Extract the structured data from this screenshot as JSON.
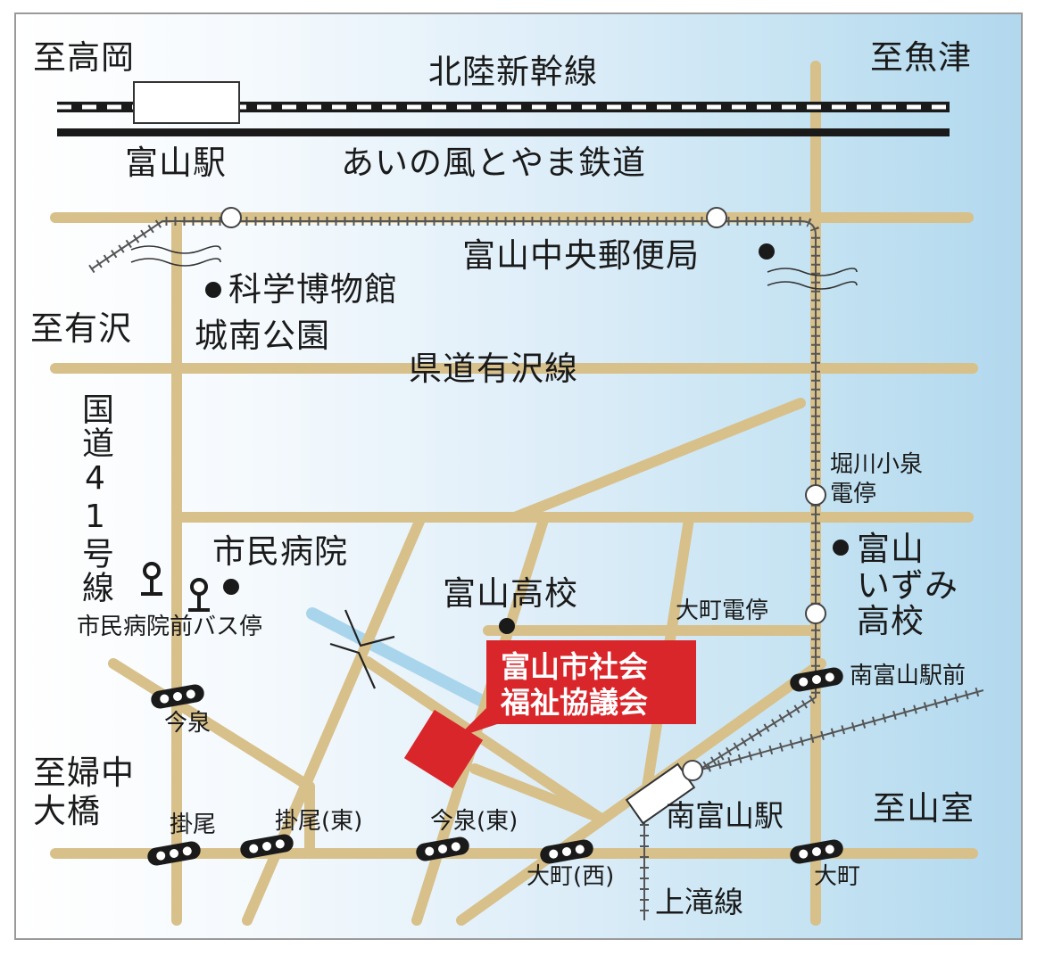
{
  "map": {
    "railways": {
      "shinkansen": "北陸新幹線",
      "ainokaze": "あいの風とやま鉄道",
      "kamidaki": "上滝線"
    },
    "directions": {
      "takaoka": "至高岡",
      "uozu": "至魚津",
      "arisawa": "至有沢",
      "fuchu": "至婦中\n大橋",
      "yamamuro": "至山室"
    },
    "roads": {
      "prefectural": "県道有沢線",
      "national": "国道41号線"
    },
    "stations": {
      "toyama": "富山駅",
      "minami_toyama": "南富山駅"
    },
    "tram_stops": {
      "horikawa": "堀川小泉\n電停",
      "omachi": "大町電停",
      "minami_toyama_ekimae": "南富山駅前"
    },
    "landmarks": {
      "post_office": "富山中央郵便局",
      "museum": "科学博物館",
      "park": "城南公園",
      "hospital": "市民病院",
      "bus_stop": "市民病院前バス停",
      "toyama_high": "富山高校",
      "izumi_high": "富山\nいずみ\n高校"
    },
    "signals": {
      "imaizumi": "今泉",
      "kakeo": "掛尾",
      "kakeo_east": "掛尾(東)",
      "imaizumi_east": "今泉(東)",
      "omachi_west": "大町(西)",
      "omachi": "大町"
    },
    "destination": {
      "line1": "富山市社会",
      "line2": "福祉協議会",
      "color": "#d9262b"
    },
    "colors": {
      "road": "#d8c08a",
      "rail": "#1a1a1a",
      "river": "#a9d5ec"
    }
  }
}
